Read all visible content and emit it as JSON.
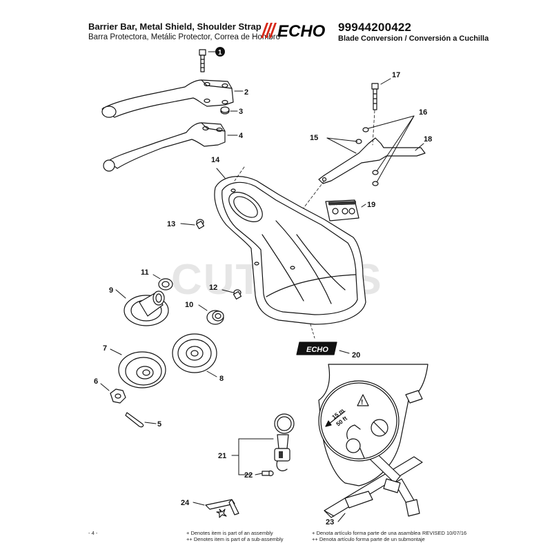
{
  "header": {
    "title": "Barrier Bar, Metal Shield, Shoulder Strap",
    "subtitle": "Barra Protectora, Metálic Protector, Correa de Hombro",
    "brand": "ECHO",
    "part_number": "99944200422",
    "part_subtitle": "Blade Conversion / Conversión a Cuchilla"
  },
  "watermark": "CUTTERS",
  "callouts": {
    "c1": "1",
    "c2": "2",
    "c3": "3",
    "c4": "4",
    "c5": "5",
    "c6": "6",
    "c7": "7",
    "c8": "8",
    "c9": "9",
    "c10": "10",
    "c11": "11",
    "c12": "12",
    "c13": "13",
    "c14": "14",
    "c15": "15",
    "c16": "16",
    "c17": "17",
    "c18": "18",
    "c19": "19",
    "c20": "20",
    "c21": "21",
    "c22": "22",
    "c23": "23",
    "c24": "24"
  },
  "decal": {
    "danger": "DANGER",
    "distance_m": "15 m",
    "distance_ft": "50 ft"
  },
  "footer": {
    "page": "- 4 -",
    "note_assembly_en": "+ Denotes item is part of an assembly",
    "note_subassembly_en": "++ Denotes item is part of a sub-assembly",
    "note_assembly_es": "+ Denota artículo forma parte de una asamblea",
    "note_subassembly_es": "++ Denota artículo forma parte de un submontaje",
    "revised": "REVISED 10/07/16"
  }
}
